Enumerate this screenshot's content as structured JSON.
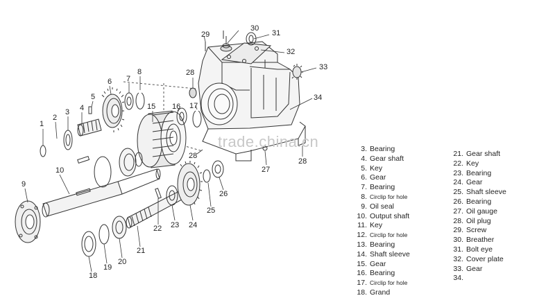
{
  "watermark": "trade.china.cn",
  "callouts": [
    "1",
    "2",
    "3",
    "4",
    "5",
    "6",
    "7",
    "8",
    "9",
    "10",
    "15",
    "16",
    "17",
    "21",
    "22",
    "23",
    "24",
    "25",
    "26",
    "27",
    "28",
    "28",
    "28",
    "29",
    "30",
    "31",
    "32",
    "33",
    "34",
    "18",
    "19",
    "20"
  ],
  "legend_left": [
    {
      "num": "3.",
      "label": "Bearing",
      "small": false
    },
    {
      "num": "4.",
      "label": "Gear shaft",
      "small": false
    },
    {
      "num": "5.",
      "label": "Key",
      "small": false
    },
    {
      "num": "6.",
      "label": "Gear",
      "small": false
    },
    {
      "num": "7.",
      "label": "Bearing",
      "small": false
    },
    {
      "num": "8.",
      "label": "Circlip for hole",
      "small": true
    },
    {
      "num": "9.",
      "label": "Oil seal",
      "small": false
    },
    {
      "num": "10.",
      "label": "Output shaft",
      "small": false
    },
    {
      "num": "11.",
      "label": "Key",
      "small": false
    },
    {
      "num": "12.",
      "label": "Circlip for hole",
      "small": true
    },
    {
      "num": "13.",
      "label": "Bearing",
      "small": false
    },
    {
      "num": "14.",
      "label": "Shaft sleeve",
      "small": false
    },
    {
      "num": "15.",
      "label": "Gear",
      "small": false
    },
    {
      "num": "16.",
      "label": "Bearing",
      "small": false
    },
    {
      "num": "17.",
      "label": "Circlip for hole",
      "small": true
    },
    {
      "num": "18.",
      "label": "Grand",
      "small": false
    }
  ],
  "legend_right": [
    {
      "num": "21.",
      "label": "Gear shaft",
      "small": false
    },
    {
      "num": "22.",
      "label": "Key",
      "small": false
    },
    {
      "num": "23.",
      "label": "Bearing",
      "small": false
    },
    {
      "num": "24.",
      "label": "Gear",
      "small": false
    },
    {
      "num": "25.",
      "label": "Shaft sleeve",
      "small": false
    },
    {
      "num": "26.",
      "label": "Bearing",
      "small": false
    },
    {
      "num": "27.",
      "label": "Oil gauge",
      "small": false
    },
    {
      "num": "28.",
      "label": "Oil plug",
      "small": false
    },
    {
      "num": "29.",
      "label": "Screw",
      "small": false
    },
    {
      "num": "30.",
      "label": "Breather",
      "small": false
    },
    {
      "num": "31.",
      "label": "Bolt eye",
      "small": false
    },
    {
      "num": "32.",
      "label": "Cover plate",
      "small": false
    },
    {
      "num": "33.",
      "label": "Gear",
      "small": false
    },
    {
      "num": "34.",
      "label": "",
      "small": false
    }
  ]
}
